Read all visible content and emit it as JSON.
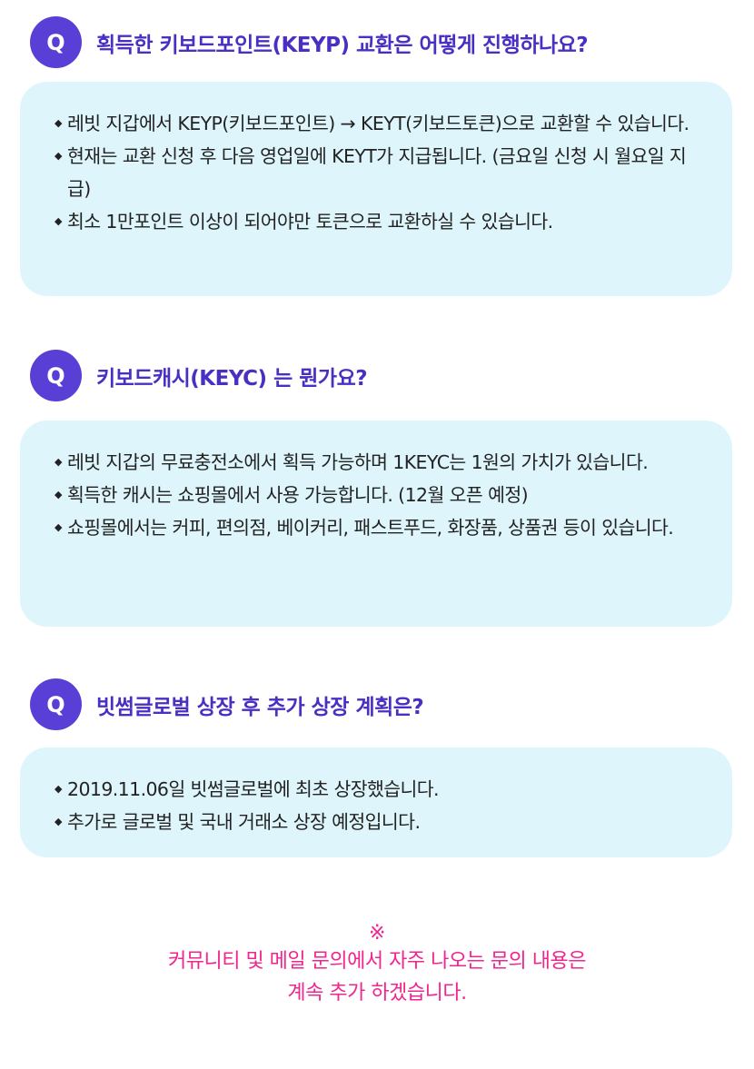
{
  "faq": [
    {
      "badge": "Q",
      "question": "획득한 키보드포인트(KEYP) 교환은 어떻게 진행하나요?",
      "answers": [
        "레빗 지갑에서 KEYP(키보드포인트) → KEYT(키보드토큰)으로 교환할 수 있습니다.",
        "현재는 교환 신청 후 다음 영업일에 KEYT가 지급됩니다. (금요일 신청 시 월요일 지급)",
        "최소 1만포인트 이상이 되어야만 토큰으로 교환하실 수 있습니다."
      ]
    },
    {
      "badge": "Q",
      "question": "키보드캐시(KEYC) 는 뭔가요?",
      "answers": [
        "레빗 지갑의 무료충전소에서 획득 가능하며 1KEYC는 1원의 가치가 있습니다.",
        "획득한 캐시는 쇼핑몰에서 사용 가능합니다. (12월 오픈 예정)",
        "쇼핑몰에서는 커피, 편의점, 베이커리, 패스트푸드, 화장품, 상품권 등이 있습니다."
      ]
    },
    {
      "badge": "Q",
      "question": "빗썸글로벌 상장 후 추가 상장 계획은?",
      "answers": [
        "2019.11.06일 빗썸글로벌에 최초 상장했습니다.",
        "추가로 글로벌 및 국내 거래소 상장 예정입니다."
      ]
    }
  ],
  "note": {
    "symbol": "※",
    "line1": "커뮤니티 및 메일 문의에서 자주 나오는 문의 내용은",
    "line2": "계속 추가 하겠습니다."
  },
  "colors": {
    "badge": "#5a3fd6",
    "question": "#4a2fc2",
    "box": "#def6fb",
    "note": "#f0258f"
  }
}
